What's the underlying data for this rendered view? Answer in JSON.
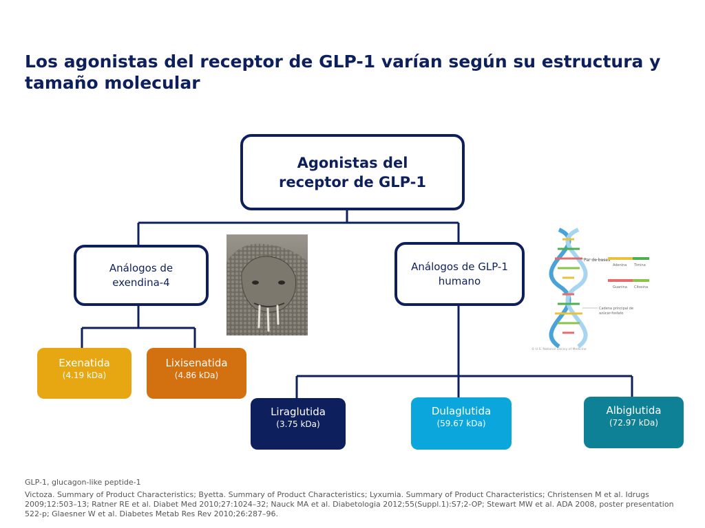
{
  "title": "Los agonistas del receptor de GLP-1 varían según su estructura y tamaño molecular",
  "diagram": {
    "root": {
      "line1": "Agonistas del",
      "line2": "receptor de GLP-1"
    },
    "branch_left": {
      "line1": "Análogos de",
      "line2": "exendina-4"
    },
    "branch_right": {
      "line1": "Análogos de GLP-1",
      "line2": "humano"
    },
    "drugs": {
      "exenatida": {
        "name": "Exenatida",
        "mass": "(4.19 kDa)"
      },
      "lixisenatida": {
        "name": "Lixisenatida",
        "mass": "(4.86 kDa)"
      },
      "liraglutida": {
        "name": "Liraglutida",
        "mass": "(3.75 kDa)"
      },
      "dulaglutida": {
        "name": "Dulaglutida",
        "mass": "(59.67 kDa)"
      },
      "albiglutida": {
        "name": "Albiglutida",
        "mass": "(72.97 kDa)"
      }
    }
  },
  "dna_figure": {
    "label_base_pair": "Par de bases",
    "label_adenina": "Adenina",
    "label_timina": "Timina",
    "label_guanina": "Guanina",
    "label_citosina": "Citosina",
    "label_backbone_1": "Cadena principal de",
    "label_backbone_2": "azúcar-fosfato",
    "credit": "© U.S. National Library of Medicine"
  },
  "footnotes": {
    "abbreviation": "GLP-1, glucagon-like peptide-1",
    "references": "Victoza. Summary of Product Characteristics; Byetta. Summary of Product Characteristics; Lyxumia. Summary of Product Characteristics; Christensen M et al. Idrugs 2009;12:503–13; Ratner RE et al. Diabet Med 2010;27:1024–32; Nauck MA et al. Diabetologia 2012;55(Suppl.1):S7;2-OP; Stewart MW et al. ADA 2008, poster presentation 522-p; Glaesner W et al. Diabetes Metab Res Rev 2010;26:287–96."
  },
  "colors": {
    "navy": "#0d1f5c",
    "exenatida": "#e7a712",
    "lixisenatida": "#d3700f",
    "liraglutida": "#0d1f5c",
    "dulaglutida": "#0aa6dc",
    "albiglutida": "#0e8197"
  }
}
